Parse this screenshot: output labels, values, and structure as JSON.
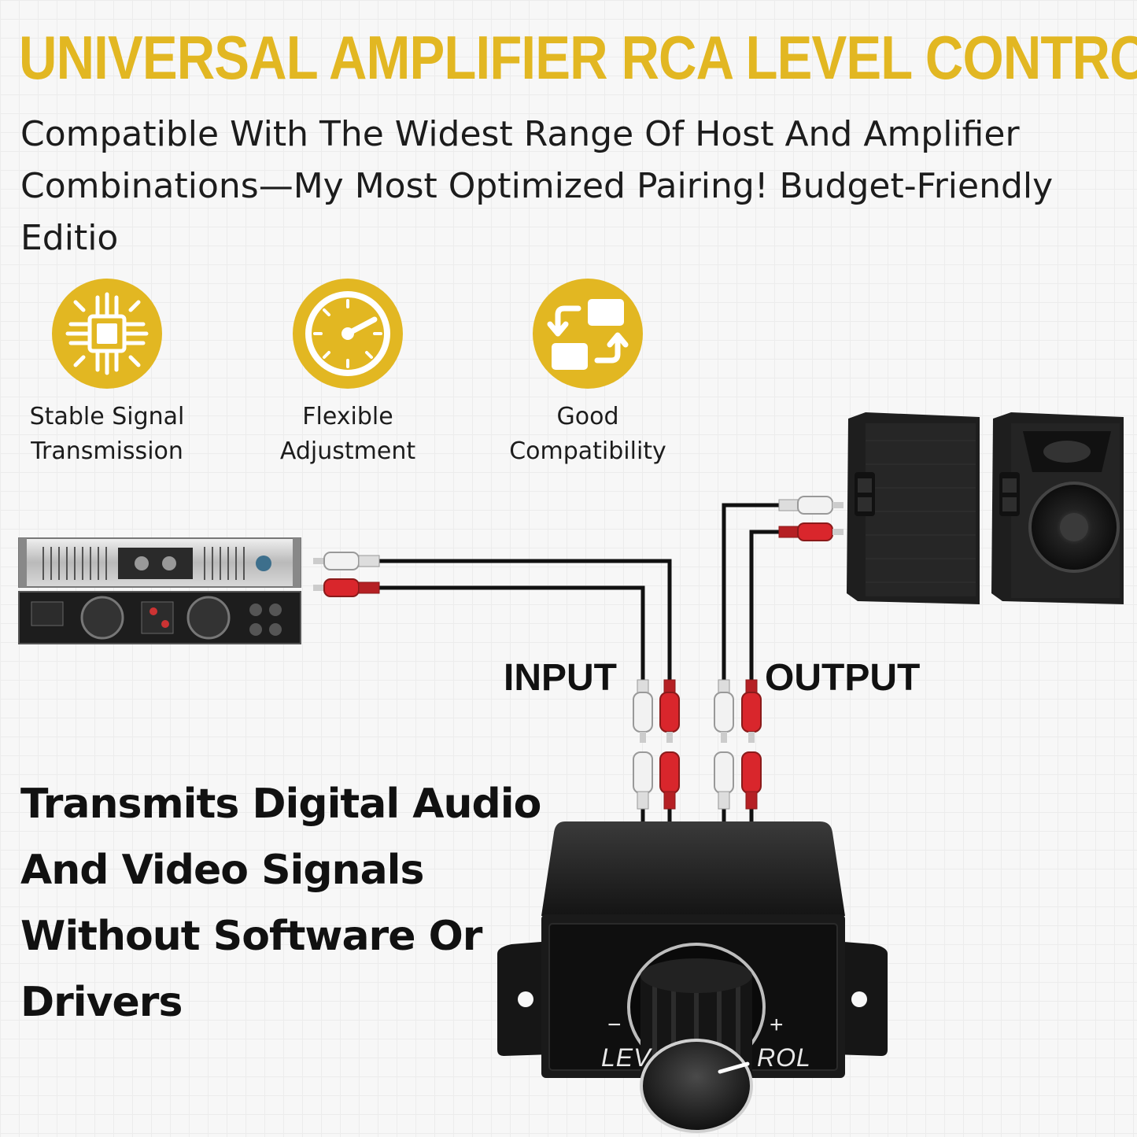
{
  "header": {
    "title": "UNIVERSAL AMPLIFIER RCA LEVEL CONTROL",
    "subtitle": "Compatible With The Widest Range Of Host And Amplifier Combinations—My Most Optimized Pairing! Budget-Friendly Editio"
  },
  "features": [
    {
      "icon": "circuit-chip-icon",
      "label": "Stable Signal\nTransmission"
    },
    {
      "icon": "gauge-dial-icon",
      "label": "Flexible\nAdjustment"
    },
    {
      "icon": "swap-screens-icon",
      "label": "Good\nCompatibility"
    }
  ],
  "diagram": {
    "input_label": "INPUT",
    "output_label": "OUTPUT",
    "knob_left_text": "LEV",
    "knob_right_text": "ROL",
    "minus_sign": "−",
    "plus_sign": "+"
  },
  "description": "Transmits Digital Audio And Video Signals Without Software Or Drivers",
  "colors": {
    "accent": "#e2b722",
    "rca_red": "#d9262c",
    "rca_white": "#f2f2f2",
    "cable": "#111111",
    "device": "#1b1b1b"
  }
}
